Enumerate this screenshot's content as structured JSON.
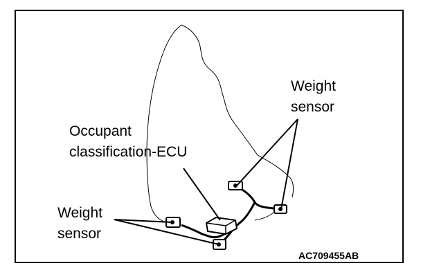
{
  "labels": {
    "weight_sensor_right_line1": "Weight",
    "weight_sensor_right_line2": "sensor",
    "ecu_line1": "Occupant",
    "ecu_line2": "classification-ECU",
    "weight_sensor_left_line1": "Weight",
    "weight_sensor_left_line2": "sensor"
  },
  "figure_id": "AC709455AB"
}
